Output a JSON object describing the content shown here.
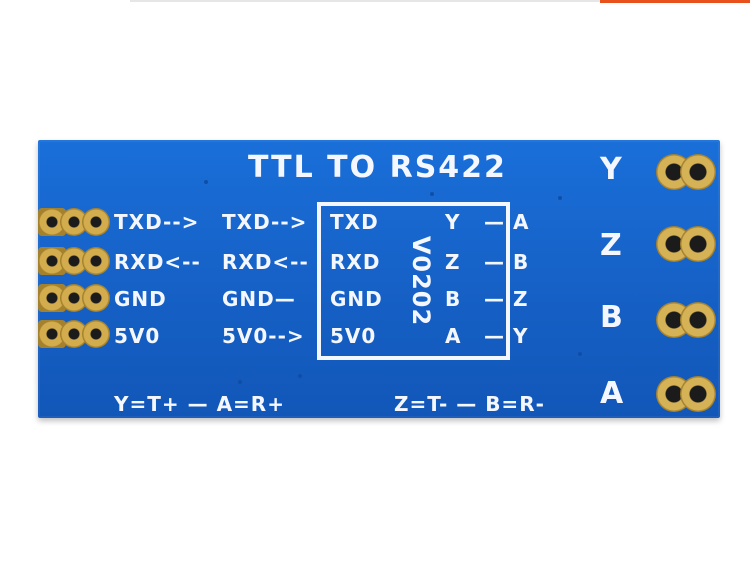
{
  "board": {
    "title": "TTL TO RS422",
    "chip_code": "V0202",
    "right_edge_labels": [
      "Y",
      "Z",
      "B",
      "A"
    ],
    "left_pins": [
      "TXD-->",
      "RXD<--",
      "GND",
      "5V0"
    ],
    "mid_pins": [
      "TXD-->",
      "RXD<--",
      "GND—",
      "5V0-->"
    ],
    "ic_left": [
      "TXD",
      "RXD",
      "GND",
      "5V0"
    ],
    "ic_right": [
      "Y",
      "Z",
      "B",
      "A"
    ],
    "out_labels": [
      "— A",
      "— B",
      "— Z",
      "— Y"
    ],
    "footer_left": "Y=T+ — A=R+",
    "footer_right": "Z=T- — B=R-"
  }
}
